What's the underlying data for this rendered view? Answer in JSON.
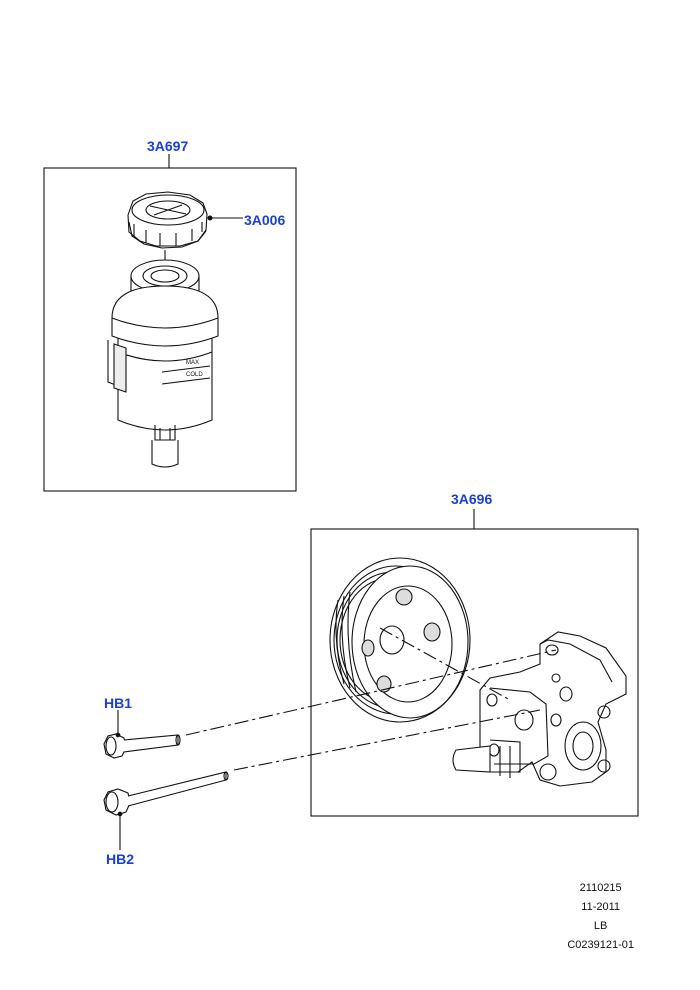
{
  "callouts": {
    "reservoir_assembly": "3A697",
    "reservoir_cap": "3A006",
    "pump_assembly": "3A696",
    "bolt_short": "HB1",
    "bolt_long": "HB2"
  },
  "footer": {
    "line1": "2110215",
    "line2": "11-2011",
    "line3": "LB",
    "line4": "C0239121-01"
  },
  "colors": {
    "callout": "#1a3fd6",
    "line": "#111111",
    "fill": "#ffffff",
    "shade": "#d9d9d9"
  }
}
